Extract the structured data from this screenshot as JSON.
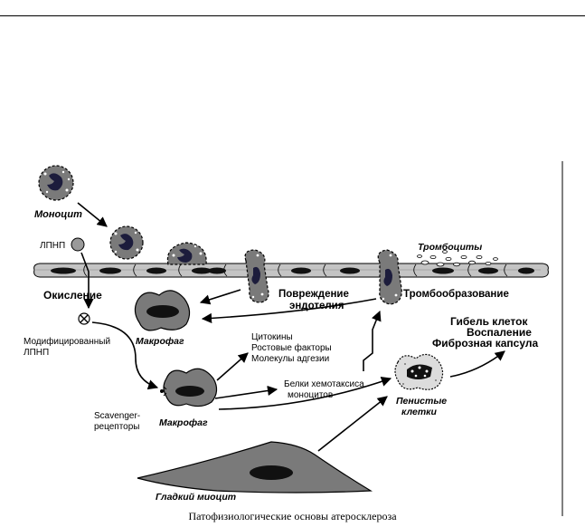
{
  "labels": {
    "monocyte": "Моноцит",
    "ldl": "ЛПНП",
    "oxidation": "Окисление",
    "modified_ldl_1": "Модифицированный",
    "modified_ldl_2": "ЛПНП",
    "macrophage_top": "Макрофаг",
    "macrophage_mid": "Макрофаг",
    "scavenger_1": "Scavenger-",
    "scavenger_2": "рецепторы",
    "cytokines_1": "Цитокины",
    "cytokines_2": "Ростовые факторы",
    "cytokines_3": "Молекулы адгезии",
    "chemotaxis_1": "Белки хемотаксиса",
    "chemotaxis_2": "моноцитов",
    "damage_1": "Повреждение",
    "damage_2": "эндотелия",
    "platelets": "Тромбоциты",
    "thrombosis": "Тромбообразование",
    "outcome_1": "Гибель клеток",
    "outcome_2": "Воспаление",
    "outcome_3": "Фиброзная капсула",
    "foam_1": "Пенистые",
    "foam_2": "клетки",
    "smooth_myocyte": "Гладкий миоцит"
  },
  "caption": "Патофизиологические основы атеросклероза",
  "colors": {
    "cell_fill": "#7a7a7a",
    "nucleus": "#1c1c3c",
    "endothelium": "#b9b9b9",
    "ink": "#000000"
  }
}
